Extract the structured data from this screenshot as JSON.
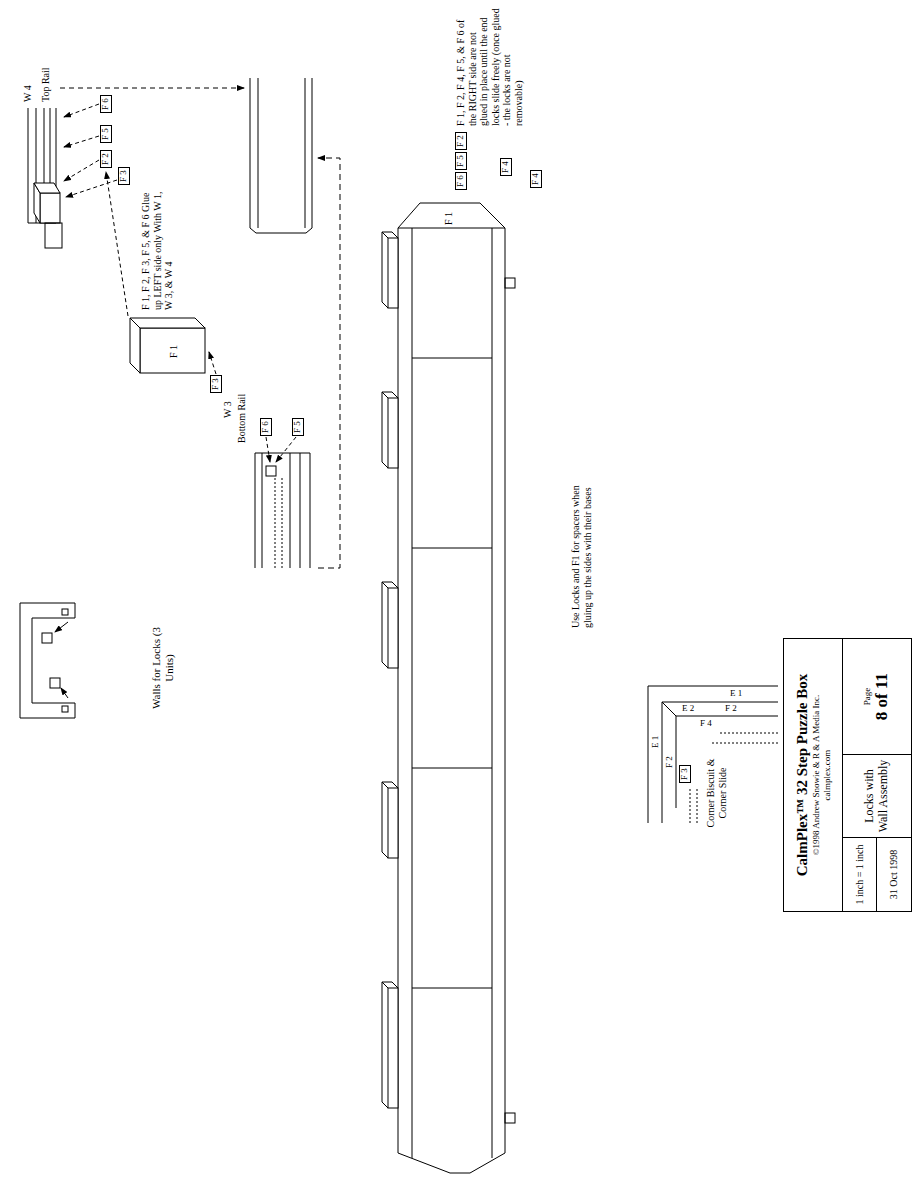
{
  "diagram": {
    "nodes": [
      {
        "text": [
          "CalmPlex™ 32 Step Puzzle Box",
          "©1998 Andrew Snowie & R & A Media Inc.",
          "calmplex.com"
        ]
      },
      {
        "text": [
          "1 inch = 1 inch"
        ],
        "in": 0
      },
      {
        "text": [
          "31 Oct 1998"
        ],
        "in": 0
      },
      {
        "text": [
          "Locks with Wall Assembly"
        ],
        "in": 0
      },
      {
        "text": [
          "Page",
          "8 of 11"
        ],
        "in": 0
      }
    ],
    "labels": [
      "Walls for Locks (3 Units)",
      "W 4",
      "Top Rail",
      "F 6",
      "F 5",
      "F 2",
      "F 3",
      "F 1, F 2, F 3, F 5, & F 6 Glue up LEFT side only With W 1, W 3, & W 4",
      "F 1",
      "F 3",
      "W 3",
      "Bottom Rail",
      "F 6",
      "F 5",
      "F 1",
      "F 6",
      "F 5",
      "F 2",
      "F 4",
      "F 4",
      "F 1, F 2, F 4, F 5, & F 6 of the RIGHT side are not glued in place until the end locks slide freely (once glued - the locks are not removable)",
      "Use Locks and F1 for spacers when gluing up the sides with their bases",
      "Corner Biscuit & Corner Slide",
      "E 1",
      "F 2",
      "F 3",
      "F 4",
      "E 2",
      "F 2",
      "E 1"
    ]
  }
}
